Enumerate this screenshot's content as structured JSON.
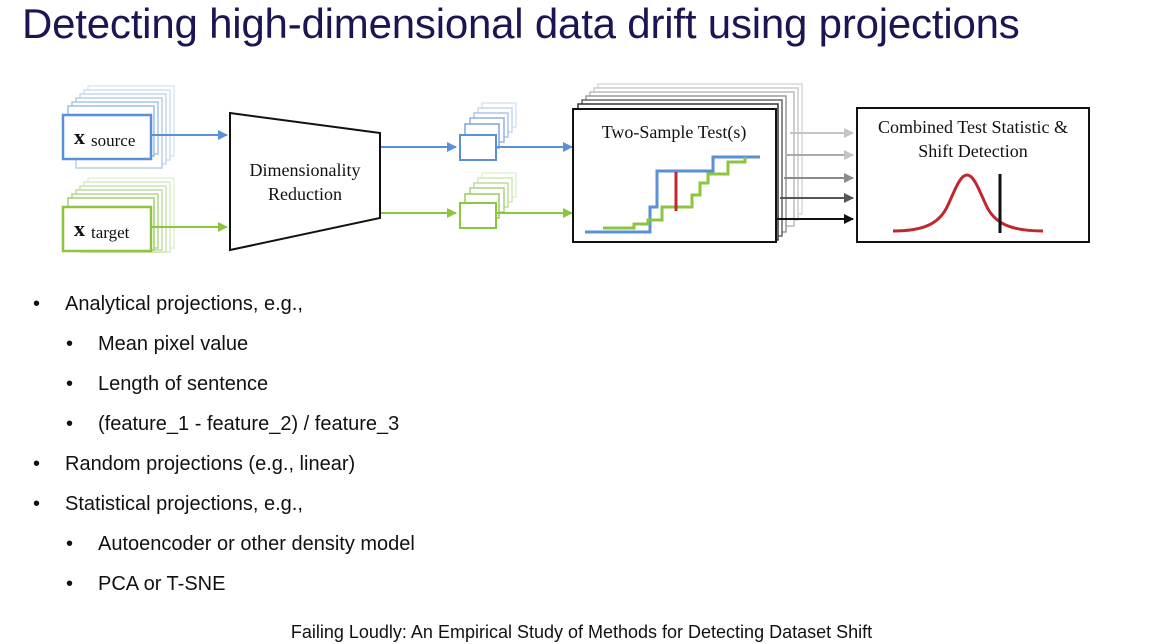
{
  "title": "Detecting high-dimensional data drift using projections",
  "diagram": {
    "source_label_main": "x",
    "source_label_sub": "source",
    "target_label_main": "x",
    "target_label_sub": "target",
    "reduction_label_line1": "Dimensionality",
    "reduction_label_line2": "Reduction",
    "test_label": "Two-Sample Test(s)",
    "combined_label_line1": "Combined Test Statistic &",
    "combined_label_line2": "Shift Detection",
    "colors": {
      "source": "#5b8fd6",
      "target": "#8cc63f",
      "threshold": "#c0282d",
      "title": "#1b1653"
    }
  },
  "bullets": [
    {
      "level": 1,
      "text": "Analytical projections, e.g.,"
    },
    {
      "level": 2,
      "text": "Mean pixel value"
    },
    {
      "level": 2,
      "text": "Length of sentence"
    },
    {
      "level": 2,
      "text": "(feature_1 - feature_2) / feature_3"
    },
    {
      "level": 1,
      "text": "Random projections (e.g., linear)"
    },
    {
      "level": 1,
      "text": "Statistical projections, e.g.,"
    },
    {
      "level": 2,
      "text": "Autoencoder or other density model"
    },
    {
      "level": 2,
      "text": "PCA or T-SNE"
    }
  ],
  "caption": "Failing Loudly: An Empirical Study of Methods for Detecting Dataset Shift"
}
